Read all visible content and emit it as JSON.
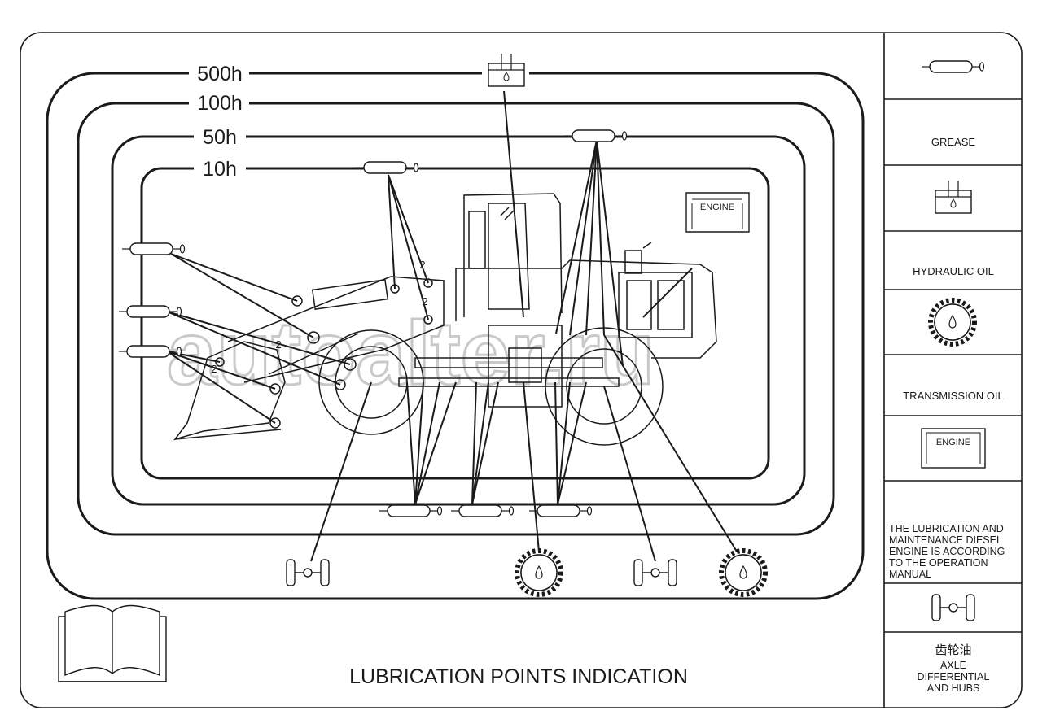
{
  "intervals": [
    "500h",
    "100h",
    "50h",
    "10h"
  ],
  "title": "LUBRICATION POINTS INDICATION",
  "engine_label": "ENGINE",
  "callout_number": "2",
  "watermark": "autoalter.ru",
  "legend": {
    "grease": "GREASE",
    "hydraulic_oil": "HYDRAULIC OIL",
    "transmission_oil": "TRANSMISSION OIL",
    "engine_label": "ENGINE",
    "engine_note": [
      "THE LUBRICATION AND",
      "MAINTENANCE DIESEL",
      "ENGINE IS ACCORDING",
      "TO THE OPERATION",
      "MANUAL"
    ],
    "gear_oil_cn": "齿轮油",
    "axle_note": [
      "AXLE",
      "DIFFERENTIAL",
      "AND HUBS"
    ]
  },
  "icons": [
    "grease-gun-icon",
    "hydraulic-tank-icon",
    "gear-icon",
    "engine-manual-icon",
    "axle-icon",
    "manual-book-icon"
  ]
}
